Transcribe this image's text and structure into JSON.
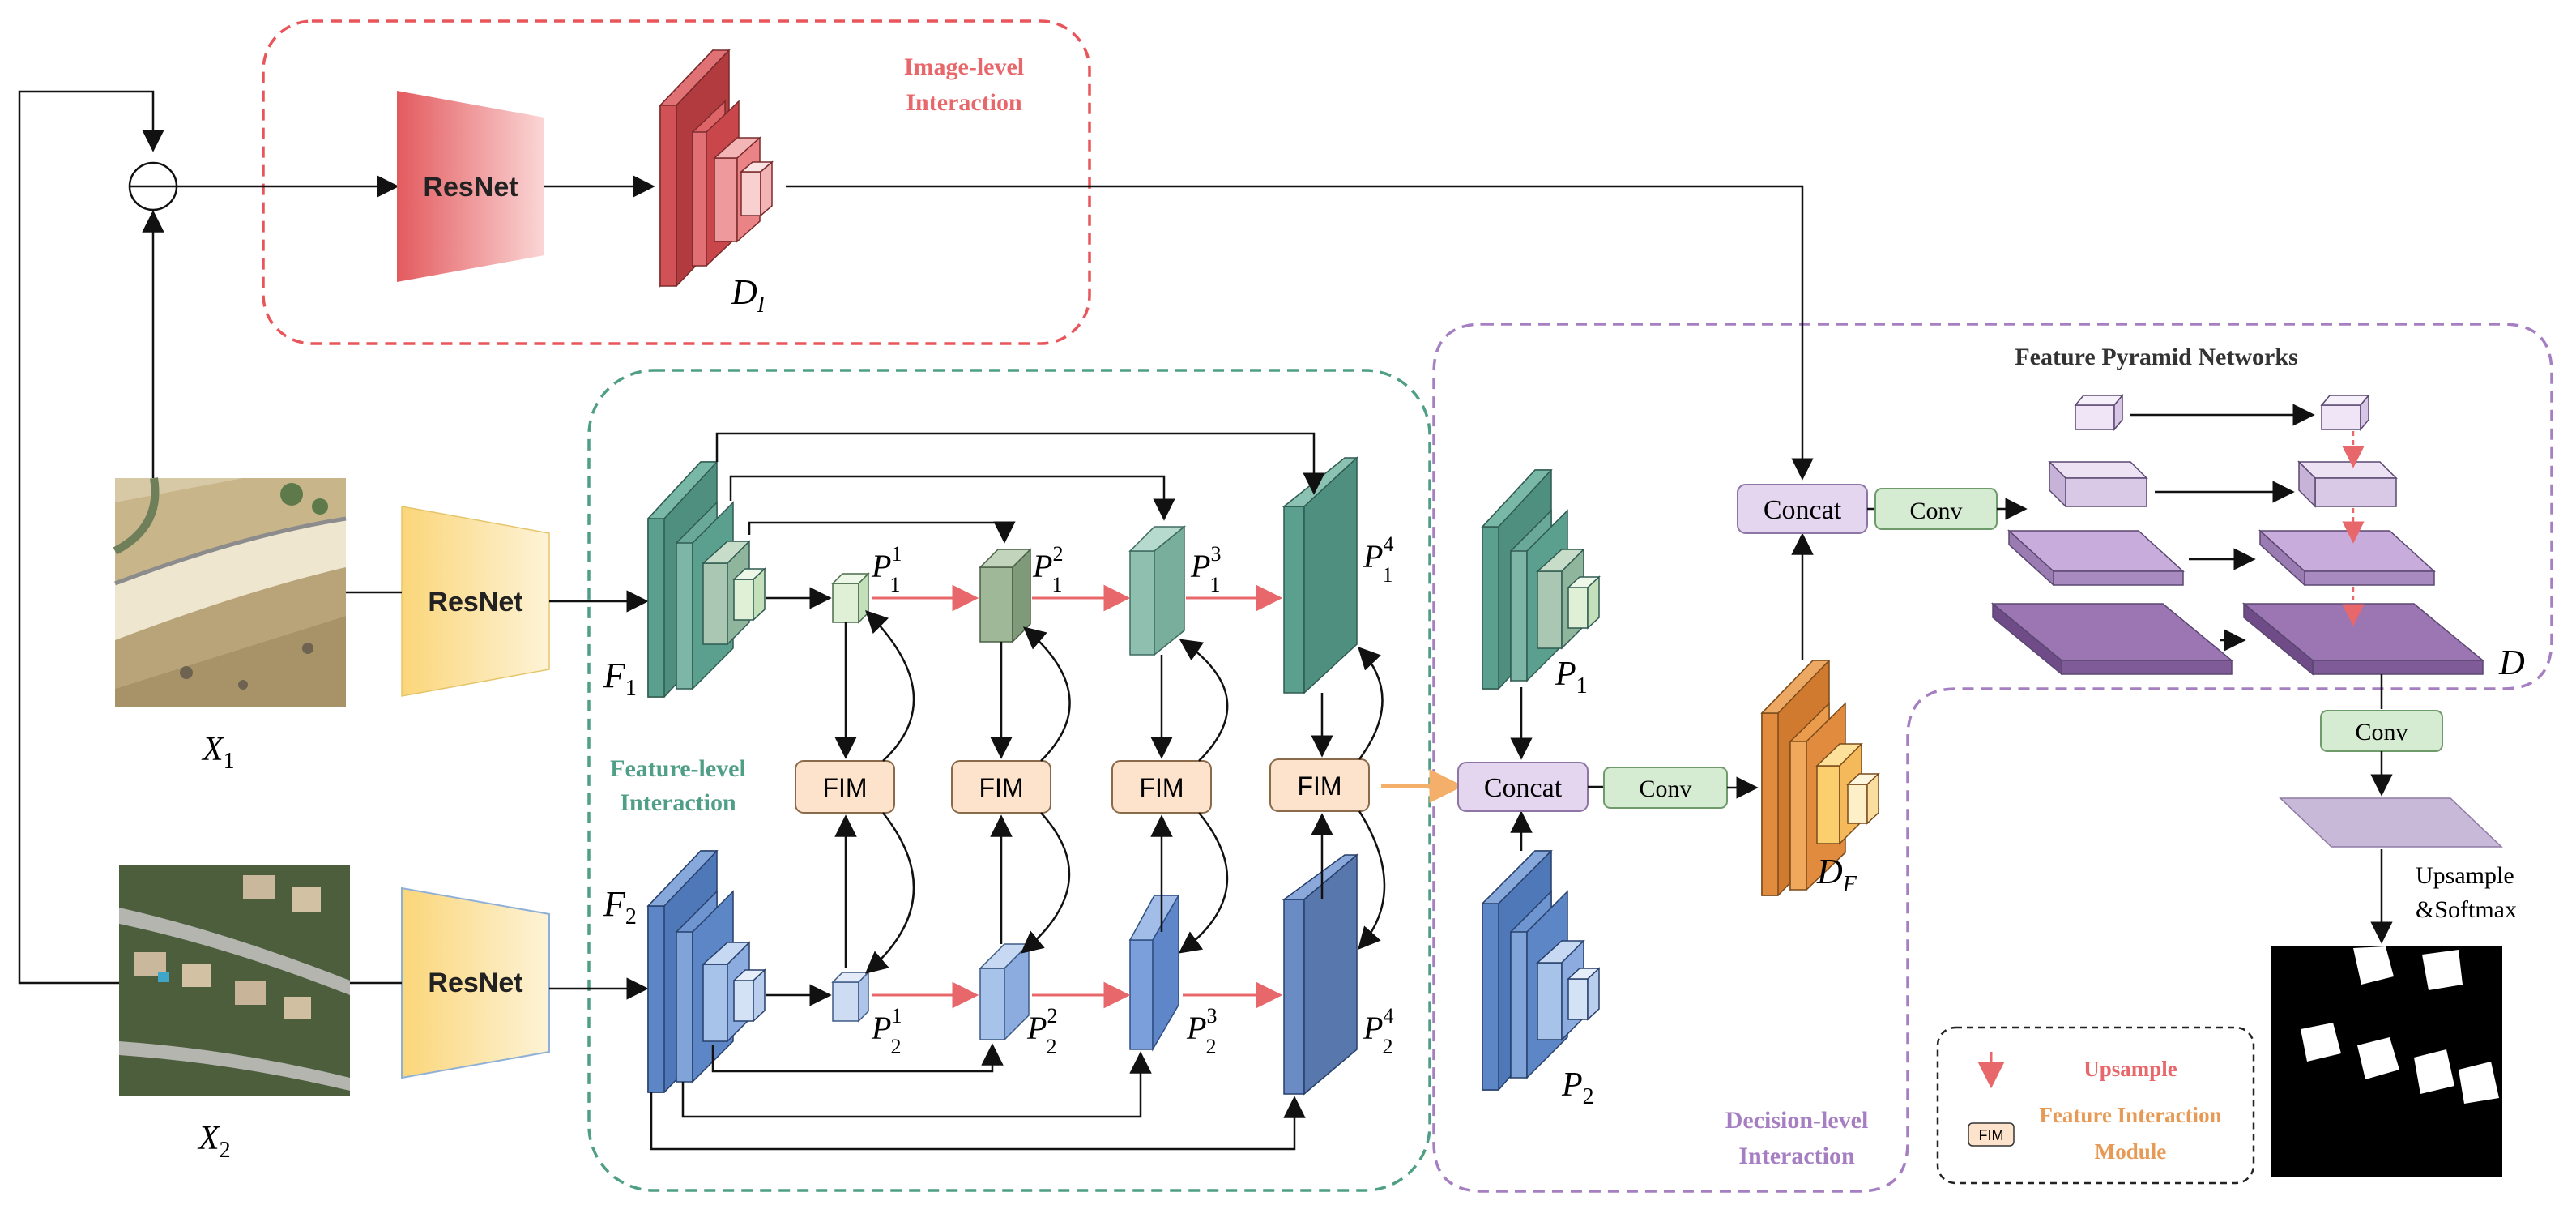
{
  "regions": {
    "image_level": {
      "title_line1": "Image-level",
      "title_line2": "Interaction",
      "color": "#e8555a"
    },
    "feature_level": {
      "title_line1": "Feature-level",
      "title_line2": "Interaction",
      "color": "#4f9e86"
    },
    "decision_level": {
      "title_line1": "Decision-level",
      "title_line2": "Interaction",
      "color": "#a67fc2"
    },
    "fpn": {
      "title": "Feature Pyramid Networks"
    }
  },
  "backbones": {
    "top": "ResNet",
    "middle": "ResNet",
    "bottom": "ResNet"
  },
  "inputs": {
    "x1": "X",
    "x1_sub": "1",
    "x2": "X",
    "x2_sub": "2"
  },
  "labels": {
    "DI": "D",
    "DI_sub": "I",
    "F1": "F",
    "F1_sub": "1",
    "F2": "F",
    "F2_sub": "2",
    "P": "P",
    "P1": "P",
    "P1_sub": "1",
    "P2": "P",
    "P2_sub": "2",
    "DF": "D",
    "DF_sub": "F",
    "D": "D"
  },
  "pyramid_sup": [
    "1",
    "2",
    "3",
    "4"
  ],
  "fim_blocks": [
    "FIM",
    "FIM",
    "FIM",
    "FIM"
  ],
  "ops": {
    "concat_bottom": "Concat",
    "conv_bottom": "Conv",
    "concat_top": "Concat",
    "conv_top": "Conv",
    "conv_right": "Conv",
    "upsample_line1": "Upsample",
    "upsample_line2": "&Softmax"
  },
  "legend": {
    "upsample": "Upsample",
    "fim_icon": "FIM",
    "fim_line1": "Feature Interaction",
    "fim_line2": "Module"
  },
  "colors": {
    "red_arrow": "#e8676b",
    "orange_arrow": "#f4b06a",
    "fim_fill": "#fde3cc",
    "concat_fill": "#e3d6ee",
    "conv_fill": "#d6ecd2",
    "green_block": "#5b9f8e",
    "blue_block": "#5d86c6",
    "red_block": "#c9464a",
    "orange_block": "#e08b3e",
    "purple_plane": "#9c75b3",
    "legend_fim_color": "#e79a55"
  }
}
